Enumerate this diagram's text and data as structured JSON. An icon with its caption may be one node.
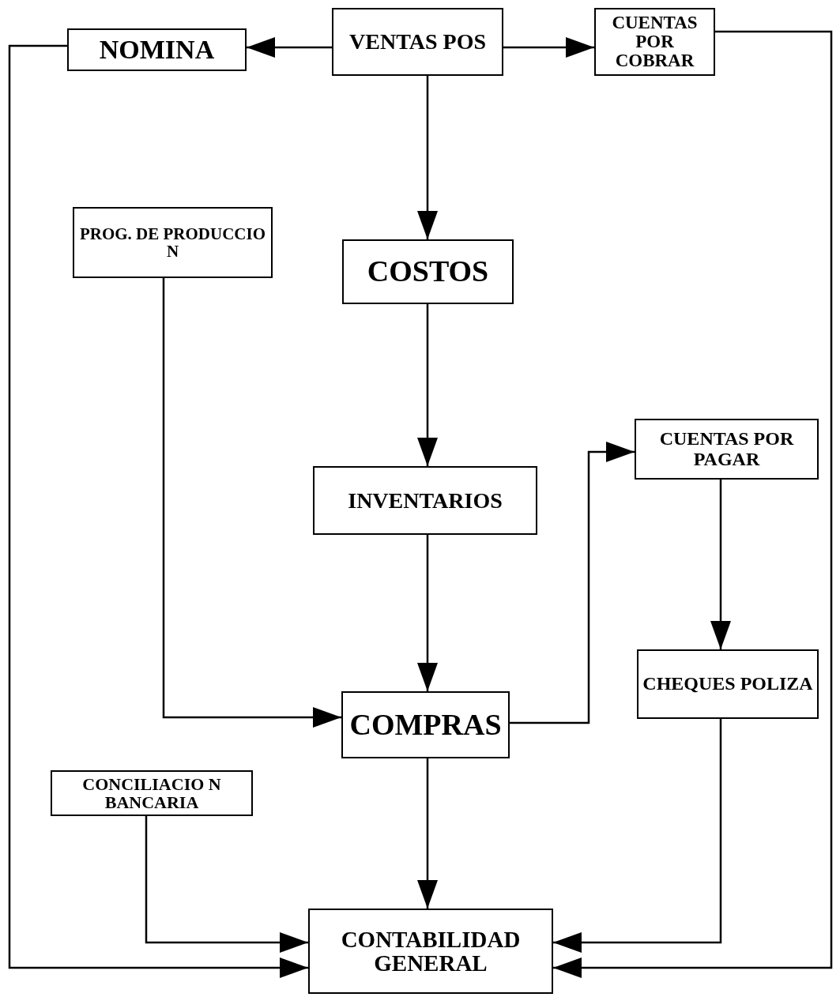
{
  "diagram": {
    "nodes": [
      {
        "text": [
          "NOMINA"
        ]
      },
      {
        "text": [
          "VENTAS POS"
        ]
      },
      {
        "text": [
          "CUENTAS POR COBRAR"
        ]
      },
      {
        "text": [
          "PROG. DE PRODUCCIO N"
        ]
      },
      {
        "text": [
          "COSTOS"
        ]
      },
      {
        "text": [
          "INVENTARIOS"
        ]
      },
      {
        "text": [
          "CUENTAS POR PAGAR"
        ]
      },
      {
        "text": [
          "CHEQUES POLIZA"
        ]
      },
      {
        "text": [
          "COMPRAS"
        ]
      },
      {
        "text": [
          "CONCILIACIO N BANCARIA"
        ]
      },
      {
        "text": [
          "CONTABILIDAD GENERAL"
        ]
      }
    ],
    "edges": [
      {
        "from": 1,
        "to": 0,
        "arrow": "to"
      },
      {
        "from": 1,
        "to": 2,
        "arrow": "to"
      },
      {
        "from": 1,
        "to": 4,
        "arrow": "to"
      },
      {
        "from": 4,
        "to": 5,
        "arrow": "to"
      },
      {
        "from": 5,
        "to": 8,
        "arrow": "to"
      },
      {
        "from": 3,
        "to": 8,
        "arrow": "to"
      },
      {
        "from": 8,
        "to": 6,
        "arrow": "to"
      },
      {
        "from": 6,
        "to": 7,
        "arrow": "to"
      },
      {
        "from": 8,
        "to": 10,
        "arrow": "to"
      },
      {
        "from": 9,
        "to": 10,
        "arrow": "to"
      },
      {
        "from": 7,
        "to": 10,
        "arrow": "to"
      },
      {
        "from": 0,
        "to": 10,
        "arrow": "to"
      },
      {
        "from": 2,
        "to": 10,
        "arrow": "to"
      }
    ]
  }
}
